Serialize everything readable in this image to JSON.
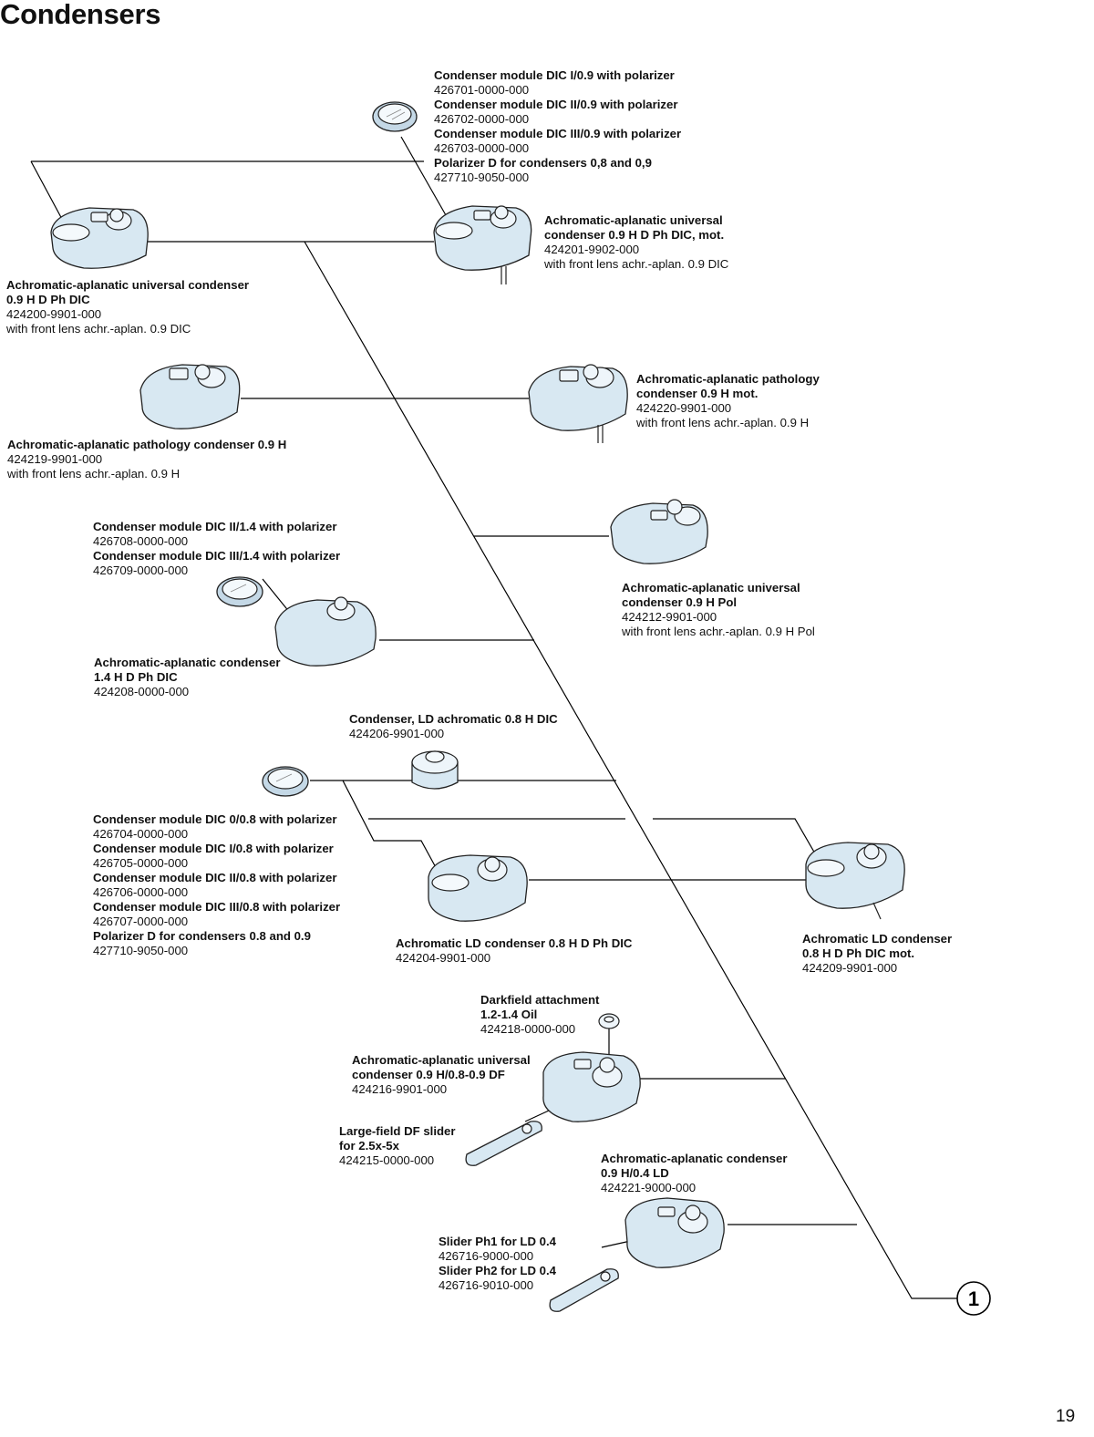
{
  "page": {
    "title": "Condensers",
    "page_number": "19"
  },
  "labels": {
    "modules_dic09": [
      {
        "text": "Condenser module DIC I/0.9 with polarizer",
        "bold": true
      },
      {
        "text": "426701-0000-000",
        "bold": false
      },
      {
        "text": "Condenser module DIC II/0.9 with polarizer",
        "bold": true
      },
      {
        "text": "426702-0000-000",
        "bold": false
      },
      {
        "text": "Condenser module DIC III/0.9 with polarizer",
        "bold": true
      },
      {
        "text": "426703-0000-000",
        "bold": false
      },
      {
        "text": "Polarizer D for condensers 0,8 and 0,9",
        "bold": true
      },
      {
        "text": "427710-9050-000",
        "bold": false
      }
    ],
    "universal_09_mot": [
      {
        "text": "Achromatic-aplanatic universal",
        "bold": true
      },
      {
        "text": "condenser 0.9 H D Ph DIC, mot.",
        "bold": true
      },
      {
        "text": "424201-9902-000",
        "bold": false
      },
      {
        "text": "with front lens achr.-aplan. 0.9 DIC",
        "bold": false
      }
    ],
    "universal_09": [
      {
        "text": "Achromatic-aplanatic universal condenser",
        "bold": true
      },
      {
        "text": "0.9 H D Ph DIC",
        "bold": true
      },
      {
        "text": "424200-9901-000",
        "bold": false
      },
      {
        "text": "with front lens achr.-aplan. 0.9 DIC",
        "bold": false
      }
    ],
    "pathology_mot": [
      {
        "text": "Achromatic-aplanatic pathology",
        "bold": true
      },
      {
        "text": "condenser 0.9 H mot.",
        "bold": true
      },
      {
        "text": "424220-9901-000",
        "bold": false
      },
      {
        "text": "with front lens achr.-aplan. 0.9 H",
        "bold": false
      }
    ],
    "pathology": [
      {
        "text": "Achromatic-aplanatic pathology condenser 0.9 H",
        "bold": true
      },
      {
        "text": "424219-9901-000",
        "bold": false
      },
      {
        "text": "with front lens achr.-aplan. 0.9 H",
        "bold": false
      }
    ],
    "modules_dic14": [
      {
        "text": "Condenser module DIC II/1.4 with polarizer",
        "bold": true
      },
      {
        "text": "426708-0000-000",
        "bold": false
      },
      {
        "text": "Condenser module DIC III/1.4 with polarizer",
        "bold": true
      },
      {
        "text": "426709-0000-000",
        "bold": false
      }
    ],
    "universal_pol": [
      {
        "text": "Achromatic-aplanatic universal",
        "bold": true
      },
      {
        "text": "condenser 0.9 H Pol",
        "bold": true
      },
      {
        "text": "424212-9901-000",
        "bold": false
      },
      {
        "text": "with front lens achr.-aplan. 0.9 H Pol",
        "bold": false
      }
    ],
    "condenser_14": [
      {
        "text": "Achromatic-aplanatic condenser",
        "bold": true
      },
      {
        "text": "1.4 H D Ph DIC",
        "bold": true
      },
      {
        "text": "424208-0000-000",
        "bold": false
      }
    ],
    "ld_08_dic": [
      {
        "text": "Condenser, LD achromatic 0.8 H DIC",
        "bold": true
      },
      {
        "text": "424206-9901-000",
        "bold": false
      }
    ],
    "modules_dic08": [
      {
        "text": "Condenser module DIC 0/0.8 with polarizer",
        "bold": true
      },
      {
        "text": "426704-0000-000",
        "bold": false
      },
      {
        "text": "Condenser module DIC I/0.8 with polarizer",
        "bold": true
      },
      {
        "text": "426705-0000-000",
        "bold": false
      },
      {
        "text": "Condenser module DIC II/0.8 with polarizer",
        "bold": true
      },
      {
        "text": "426706-0000-000",
        "bold": false
      },
      {
        "text": "Condenser module DIC III/0.8 with polarizer",
        "bold": true
      },
      {
        "text": "426707-0000-000",
        "bold": false
      },
      {
        "text": "Polarizer D for condensers 0.8 and 0.9",
        "bold": true
      },
      {
        "text": "427710-9050-000",
        "bold": false
      }
    ],
    "ld_08_ph_dic": [
      {
        "text": "Achromatic LD condenser 0.8 H D Ph DIC",
        "bold": true
      },
      {
        "text": "424204-9901-000",
        "bold": false
      }
    ],
    "ld_08_mot": [
      {
        "text": "Achromatic LD condenser",
        "bold": true
      },
      {
        "text": "0.8 H D Ph DIC mot.",
        "bold": true
      },
      {
        "text": "424209-9901-000",
        "bold": false
      }
    ],
    "darkfield": [
      {
        "text": "Darkfield attachment",
        "bold": true
      },
      {
        "text": "1.2-1.4 Oil",
        "bold": true
      },
      {
        "text": "424218-0000-000",
        "bold": false
      }
    ],
    "universal_df": [
      {
        "text": "Achromatic-aplanatic universal",
        "bold": true
      },
      {
        "text": "condenser 0.9 H/0.8-0.9 DF",
        "bold": true
      },
      {
        "text": "424216-9901-000",
        "bold": false
      }
    ],
    "df_slider": [
      {
        "text": "Large-field DF slider",
        "bold": true
      },
      {
        "text": "for 2.5x-5x",
        "bold": true
      },
      {
        "text": "424215-0000-000",
        "bold": false
      }
    ],
    "condenser_04ld": [
      {
        "text": "Achromatic-aplanatic condenser",
        "bold": true
      },
      {
        "text": "0.9 H/0.4 LD",
        "bold": true
      },
      {
        "text": "424221-9000-000",
        "bold": false
      }
    ],
    "slider_ph": [
      {
        "text": "Slider Ph1 for LD 0.4",
        "bold": true
      },
      {
        "text": "426716-9000-000",
        "bold": false
      },
      {
        "text": "Slider Ph2 for LD 0.4",
        "bold": true
      },
      {
        "text": "426716-9010-000",
        "bold": false
      }
    ]
  },
  "callout": {
    "number": "1"
  },
  "colors": {
    "body": "#d8e8f2",
    "line": "#000000"
  }
}
